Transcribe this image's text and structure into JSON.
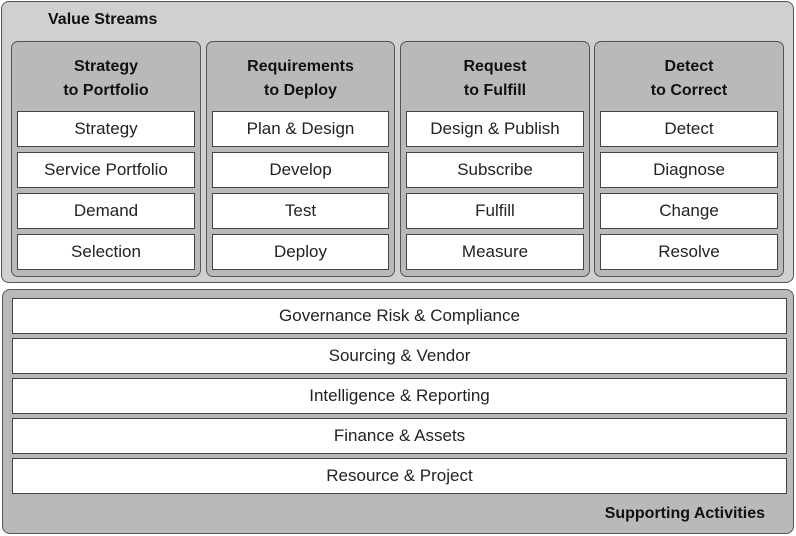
{
  "value_streams": {
    "title": "Value Streams",
    "streams": [
      {
        "title_line1": "Strategy",
        "title_line2": "to Portfolio",
        "steps": [
          "Strategy",
          "Service Portfolio",
          "Demand",
          "Selection"
        ]
      },
      {
        "title_line1": "Requirements",
        "title_line2": "to Deploy",
        "steps": [
          "Plan & Design",
          "Develop",
          "Test",
          "Deploy"
        ]
      },
      {
        "title_line1": "Request",
        "title_line2": "to Fulfill",
        "steps": [
          "Design & Publish",
          "Subscribe",
          "Fulfill",
          "Measure"
        ]
      },
      {
        "title_line1": "Detect",
        "title_line2": "to Correct",
        "steps": [
          "Detect",
          "Diagnose",
          "Change",
          "Resolve"
        ]
      }
    ]
  },
  "supporting_activities": {
    "title": "Supporting Activities",
    "items": [
      "Governance Risk & Compliance",
      "Sourcing & Vendor",
      "Intelligence & Reporting",
      "Finance & Assets",
      "Resource & Project"
    ]
  }
}
